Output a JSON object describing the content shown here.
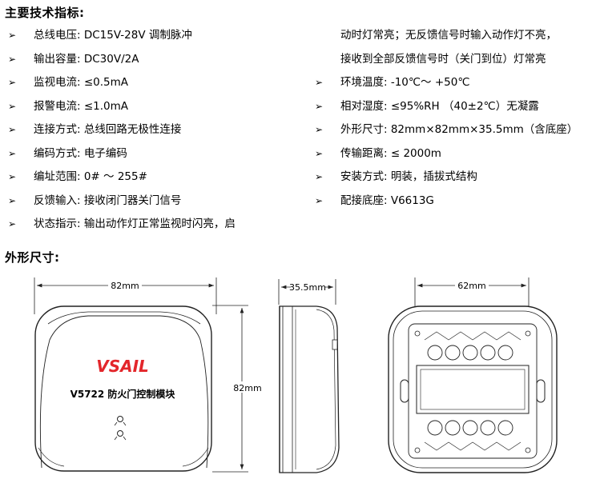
{
  "headings": {
    "specs": "主要技术指标:",
    "dimensions": "外形尺寸:"
  },
  "bullet_glyph": "➢",
  "left_specs": [
    "总线电压: DC15V-28V 调制脉冲",
    "输出容量: DC30V/2A",
    "监视电流: ≤0.5mA",
    "报警电流: ≤1.0mA",
    "连接方式: 总线回路无极性连接",
    "编码方式: 电子编码",
    "编址范围: 0# ～ 255#",
    "反馈输入: 接收闭门器关门信号",
    "状态指示: 输出动作灯正常监视时闪亮，启"
  ],
  "right_continuation": [
    "动时灯常亮；无反馈信号时输入动作灯不亮，",
    "接收到全部反馈信号时（关门到位）灯常亮"
  ],
  "right_specs": [
    "环境温度: -10℃～ +50℃",
    "相对湿度: ≤95%RH （40±2℃）无凝露",
    "外形尺寸: 82mm×82mm×35.5mm（含底座）",
    "传输距离: ≤ 2000m",
    "安装方式: 明装，插拔式结构",
    "配接底座: V6613G"
  ],
  "drawings": {
    "front": {
      "width_label": "82mm",
      "height_label": "82mm",
      "brand": "VSAIL",
      "product_label": "V5722 防火门控制模块"
    },
    "side": {
      "depth_label": "35.5mm"
    },
    "back": {
      "width_label": "62mm"
    }
  },
  "colors": {
    "brand": "#e3262b",
    "line": "#222222"
  }
}
